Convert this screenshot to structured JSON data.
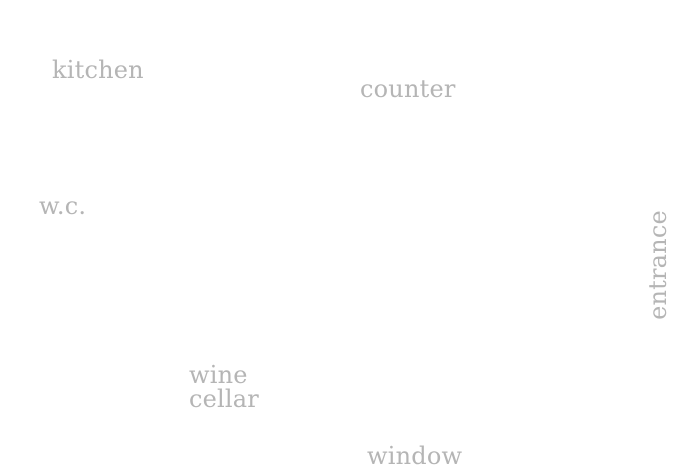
{
  "labels": {
    "kitchen": "kitchen",
    "counter": "counter",
    "wc": "w.c.",
    "wine_cellar_line1": "wine",
    "wine_cellar_line2": "cellar",
    "window": "window",
    "entrance": "entrance"
  },
  "colors": {
    "label": "#b5b5b5",
    "background": "#ffffff"
  }
}
